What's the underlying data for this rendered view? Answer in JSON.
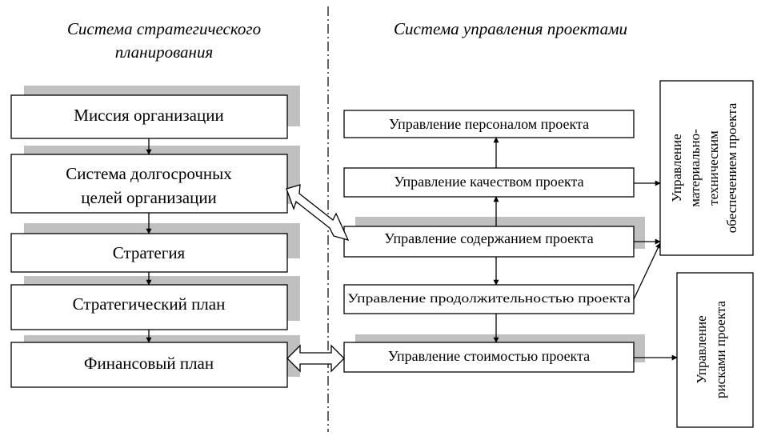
{
  "headers": {
    "left": [
      "Система стратегического",
      "планирования"
    ],
    "right": "Система управления проектами"
  },
  "left_boxes": [
    {
      "id": "mission",
      "lines": [
        "Миссия организации"
      ]
    },
    {
      "id": "goals",
      "lines": [
        "Система долгосрочных",
        "целей организации"
      ]
    },
    {
      "id": "strategy",
      "lines": [
        "Стратегия"
      ]
    },
    {
      "id": "strategic_plan",
      "lines": [
        "Стратегический план"
      ]
    },
    {
      "id": "financial_plan",
      "lines": [
        "Финансовый план"
      ]
    }
  ],
  "right_boxes": [
    {
      "id": "personnel",
      "lines": [
        "Управление персоналом проекта"
      ]
    },
    {
      "id": "quality",
      "lines": [
        "Управление качеством проекта"
      ]
    },
    {
      "id": "scope",
      "lines": [
        "Управление содержанием проекта"
      ]
    },
    {
      "id": "duration",
      "lines": [
        "Управление продолжительностью проекта"
      ]
    },
    {
      "id": "cost",
      "lines": [
        "Управление стоимостью проекта"
      ]
    }
  ],
  "side_boxes": [
    {
      "id": "material",
      "lines": [
        "Управление",
        "материально-",
        "техническим",
        "обеспечением проекта"
      ]
    },
    {
      "id": "risks",
      "lines": [
        "Управление",
        "рисками проекта"
      ]
    }
  ],
  "colors": {
    "line": "#000000",
    "shadow": "#c0c0c0",
    "background": "#ffffff"
  }
}
